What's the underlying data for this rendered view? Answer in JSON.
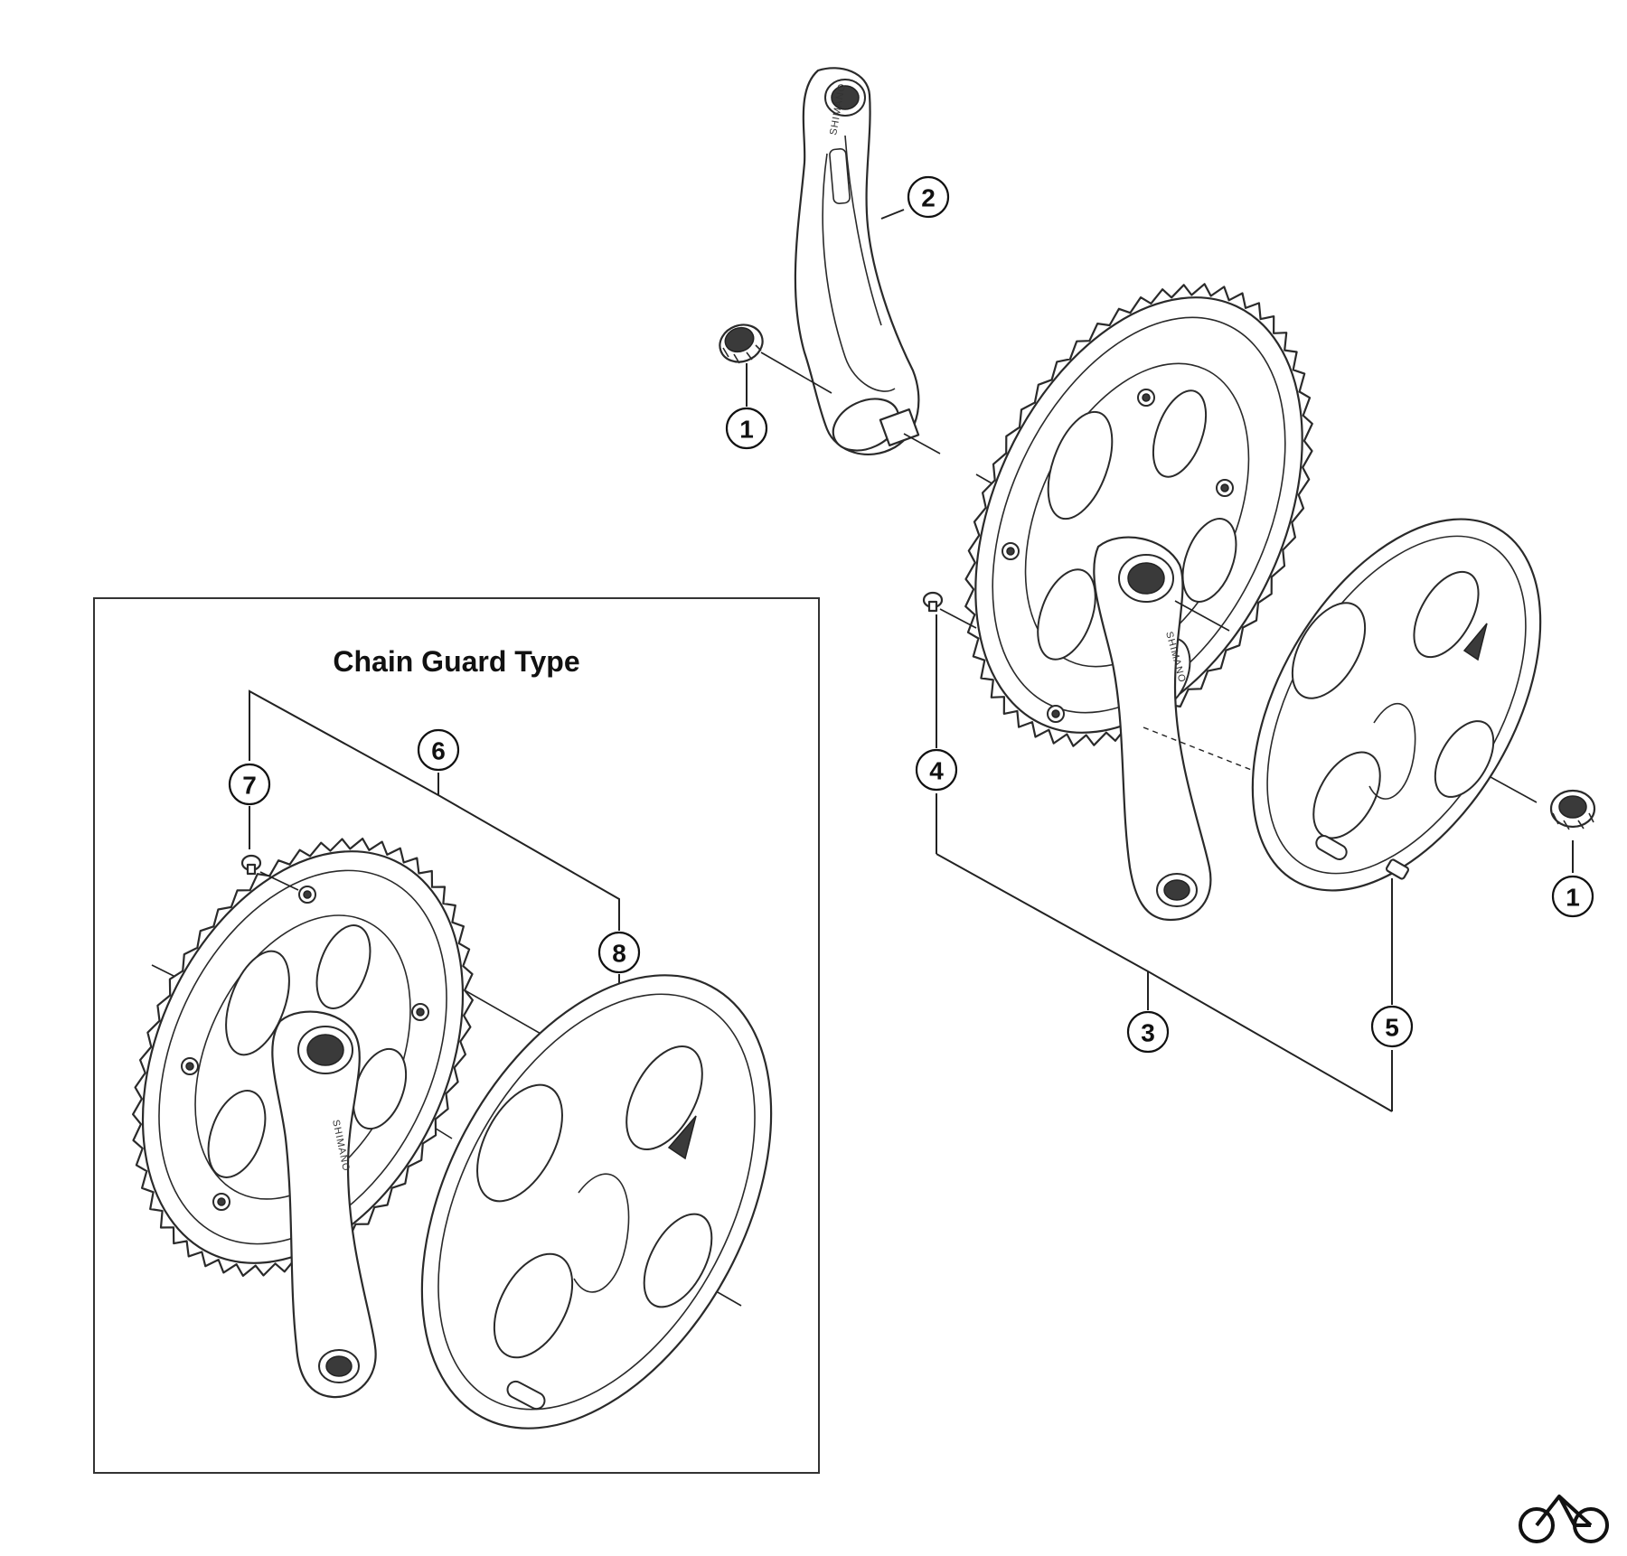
{
  "inset": {
    "title": "Chain Guard Type"
  },
  "callouts": {
    "c1_left": "1",
    "c2": "2",
    "c3": "3",
    "c4": "4",
    "c5": "5",
    "c1_right": "1",
    "c6": "6",
    "c7": "7",
    "c8": "8"
  },
  "icons": {
    "logo": "bicycle-logo-icon"
  },
  "colors": {
    "line": "#2a2a2a",
    "background": "#ffffff"
  }
}
